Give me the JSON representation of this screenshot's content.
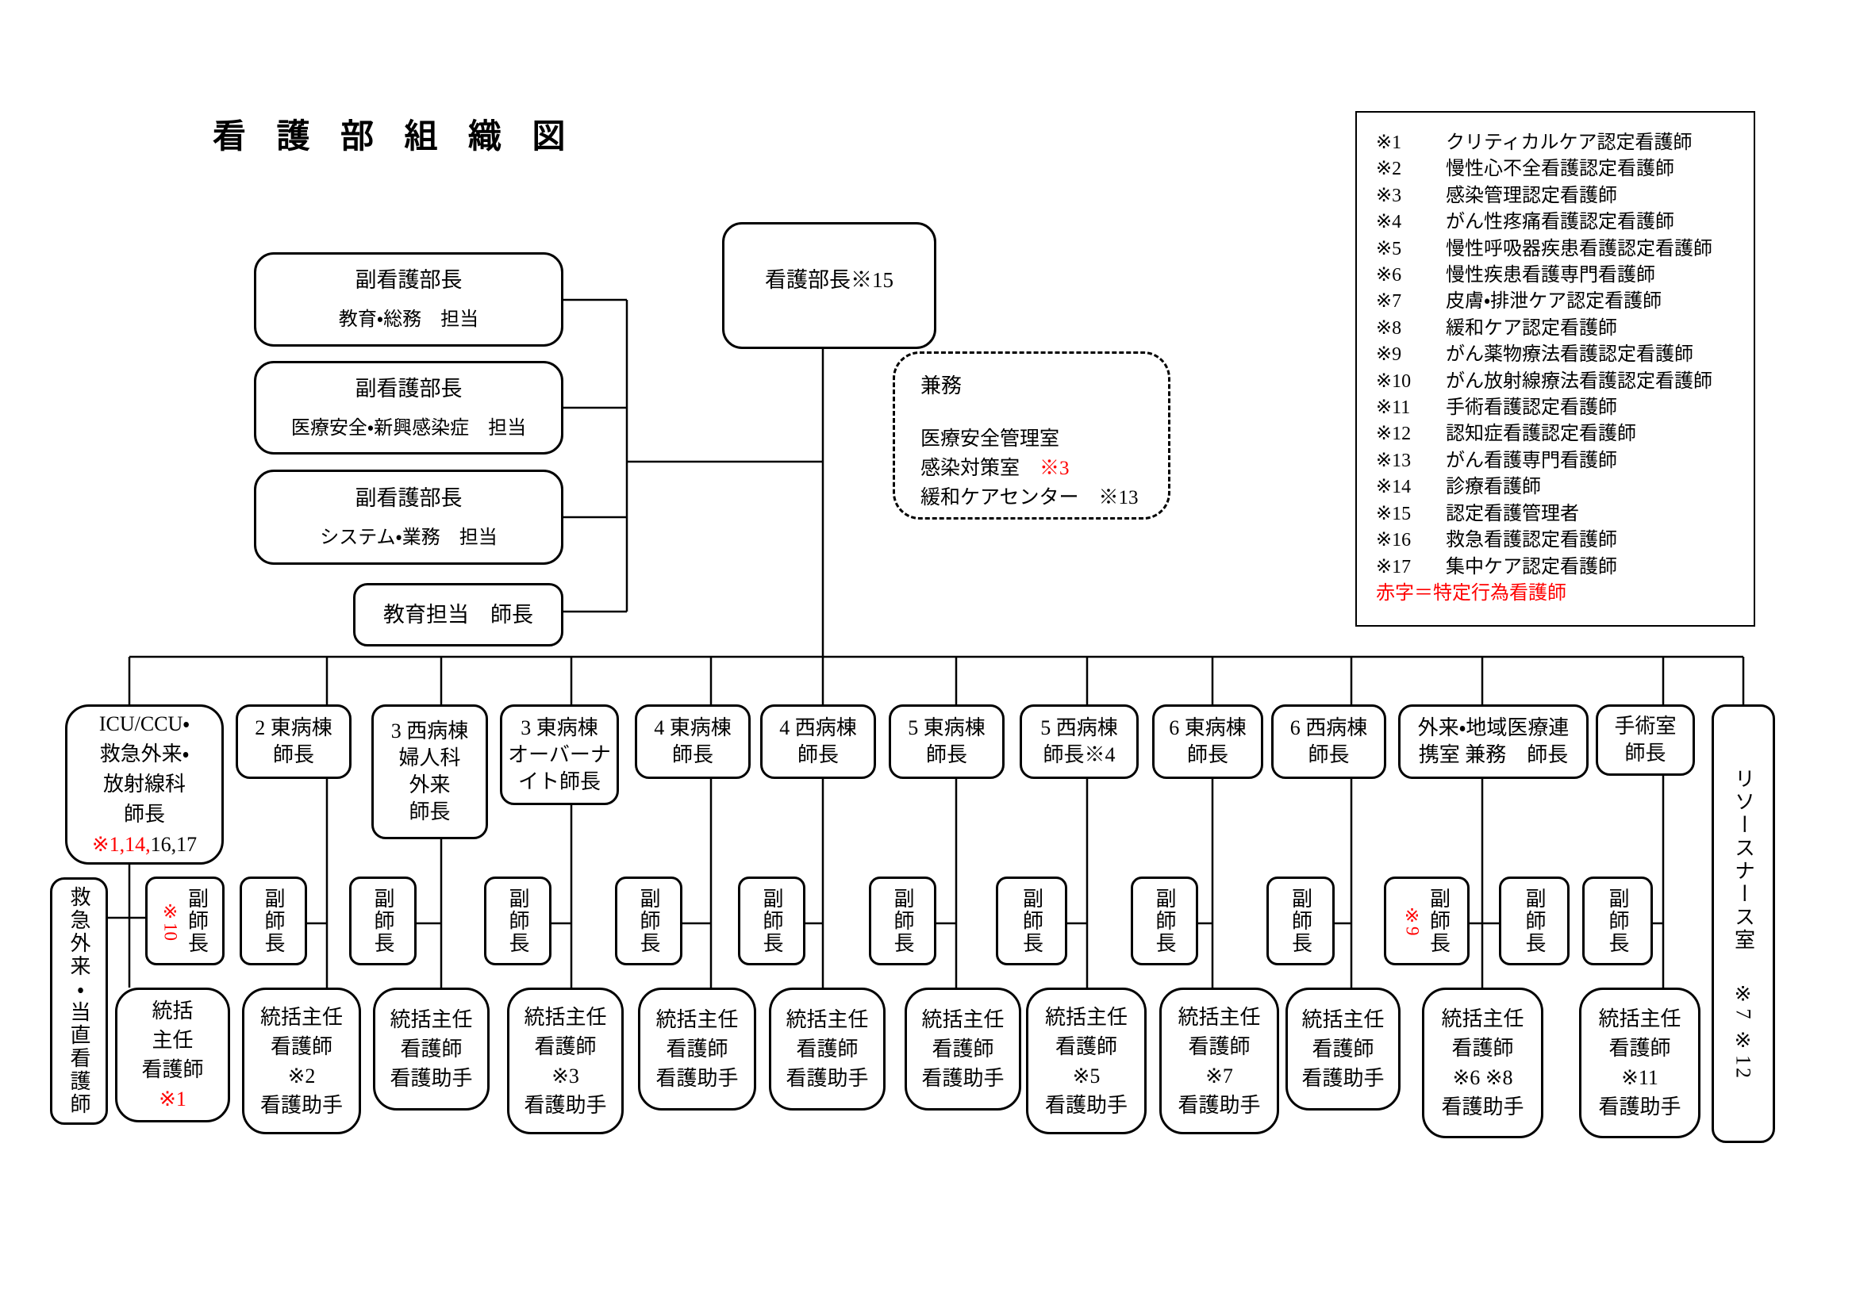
{
  "title": "看 護 部 組 織 図",
  "director": {
    "label": "看護部長※15"
  },
  "deputies": [
    {
      "title": "副看護部長",
      "subtitle": "教育・総務　担当"
    },
    {
      "title": "副看護部長",
      "subtitle": "医療安全・新興感染症　担当"
    },
    {
      "title": "副看護部長",
      "subtitle": "システム・業務　担当"
    },
    {
      "title": "教育担当　師長",
      "subtitle": ""
    }
  ],
  "kenmu": {
    "heading": "兼務",
    "items": [
      [
        "医療安全管理室"
      ],
      [
        "感染対策室　",
        {
          "t": "※3",
          "red": true
        }
      ],
      [
        "緩和ケアセンター　※13"
      ]
    ]
  },
  "legend": {
    "items": [
      {
        "key": "※1",
        "label": "クリティカルケア認定看護師"
      },
      {
        "key": "※2",
        "label": "慢性心不全看護認定看護師"
      },
      {
        "key": "※3",
        "label": "感染管理認定看護師"
      },
      {
        "key": "※4",
        "label": "がん性疼痛看護認定看護師"
      },
      {
        "key": "※5",
        "label": "慢性呼吸器疾患看護認定看護師"
      },
      {
        "key": "※6",
        "label": "慢性疾患看護専門看護師"
      },
      {
        "key": "※7",
        "label": "皮膚・排泄ケア認定看護師"
      },
      {
        "key": "※8",
        "label": "緩和ケア認定看護師"
      },
      {
        "key": "※9",
        "label": "がん薬物療法看護認定看護師"
      },
      {
        "key": "※10",
        "label": "がん放射線療法看護認定看護師"
      },
      {
        "key": "※11",
        "label": "手術看護認定看護師"
      },
      {
        "key": "※12",
        "label": "認知症看護認定看護師"
      },
      {
        "key": "※13",
        "label": "がん看護専門看護師"
      },
      {
        "key": "※14",
        "label": "診療看護師"
      },
      {
        "key": "※15",
        "label": "認定看護管理者"
      },
      {
        "key": "※16",
        "label": "救急看護認定看護師"
      },
      {
        "key": "※17",
        "label": "集中ケア認定看護師"
      }
    ],
    "footnote": "赤字＝特定行為看護師"
  },
  "night_duty_box": "救急外来・当直看護師",
  "resource_box": {
    "text": "リソースナース室　 ※7 ※12"
  },
  "columns": [
    {
      "head": [
        [
          "ICU/CCU・"
        ],
        [
          "救急外来・"
        ],
        [
          "放射線科"
        ],
        [
          "師長"
        ],
        [
          {
            "t": "※1,14,",
            "red": true
          },
          "16,17"
        ]
      ],
      "fuku": "副師長",
      "fuku_note": "※10",
      "staff": [
        [
          "統括"
        ],
        [
          "主任"
        ],
        [
          "看護師"
        ],
        [
          {
            "t": "※1",
            "red": true
          }
        ]
      ]
    },
    {
      "head": [
        [
          "2 東病棟"
        ],
        [
          "師長"
        ]
      ],
      "fuku": "副師長",
      "staff": [
        [
          "統括主任"
        ],
        [
          "看護師"
        ],
        [
          "※2"
        ],
        [
          "看護助手"
        ]
      ]
    },
    {
      "head": [
        [
          "3 西病棟"
        ],
        [
          "婦人科"
        ],
        [
          "外来"
        ],
        [
          "師長"
        ]
      ],
      "fuku": "副師長",
      "staff": [
        [
          "統括主任"
        ],
        [
          "看護師"
        ],
        [
          "看護助手"
        ]
      ]
    },
    {
      "head": [
        [
          "3 東病棟"
        ],
        [
          "オーバーナ"
        ],
        [
          "イト師長"
        ]
      ],
      "fuku": "副師長",
      "staff": [
        [
          "統括主任"
        ],
        [
          "看護師"
        ],
        [
          "※3"
        ],
        [
          "看護助手"
        ]
      ]
    },
    {
      "head": [
        [
          "4 東病棟"
        ],
        [
          "師長"
        ]
      ],
      "fuku": "副師長",
      "staff": [
        [
          "統括主任"
        ],
        [
          "看護師"
        ],
        [
          "看護助手"
        ]
      ]
    },
    {
      "head": [
        [
          "4 西病棟"
        ],
        [
          "師長"
        ]
      ],
      "fuku": "副師長",
      "staff": [
        [
          "統括主任"
        ],
        [
          "看護師"
        ],
        [
          "看護助手"
        ]
      ]
    },
    {
      "head": [
        [
          "5 東病棟"
        ],
        [
          "師長"
        ]
      ],
      "fuku": "副師長",
      "staff": [
        [
          "統括主任"
        ],
        [
          "看護師"
        ],
        [
          "看護助手"
        ]
      ]
    },
    {
      "head": [
        [
          "5 西病棟"
        ],
        [
          "師長※4"
        ]
      ],
      "fuku": "副師長",
      "staff": [
        [
          "統括主任"
        ],
        [
          "看護師"
        ],
        [
          "※5"
        ],
        [
          "看護助手"
        ]
      ]
    },
    {
      "head": [
        [
          "6 東病棟"
        ],
        [
          "師長"
        ]
      ],
      "fuku": "副師長",
      "staff": [
        [
          "統括主任"
        ],
        [
          "看護師"
        ],
        [
          "※7"
        ],
        [
          "看護助手"
        ]
      ]
    },
    {
      "head": [
        [
          "6 西病棟"
        ],
        [
          "師長"
        ]
      ],
      "fuku": "副師長",
      "staff": [
        [
          "統括主任"
        ],
        [
          "看護師"
        ],
        [
          "看護助手"
        ]
      ]
    },
    {
      "head": [
        [
          "外来・地域医療連"
        ],
        [
          "携室 兼務　師長"
        ]
      ],
      "fuku": "副師長",
      "fuku_note": "※9",
      "fuku2": "副師長",
      "staff": [
        [
          "統括主任"
        ],
        [
          "看護師"
        ],
        [
          "※6 ※8"
        ],
        [
          "看護助手"
        ]
      ]
    },
    {
      "head": [
        [
          "手術室"
        ],
        [
          "師長"
        ]
      ],
      "fuku": "副師長",
      "staff": [
        [
          "統括主任"
        ],
        [
          "看護師"
        ],
        [
          "※11"
        ],
        [
          "看護助手"
        ]
      ]
    }
  ]
}
